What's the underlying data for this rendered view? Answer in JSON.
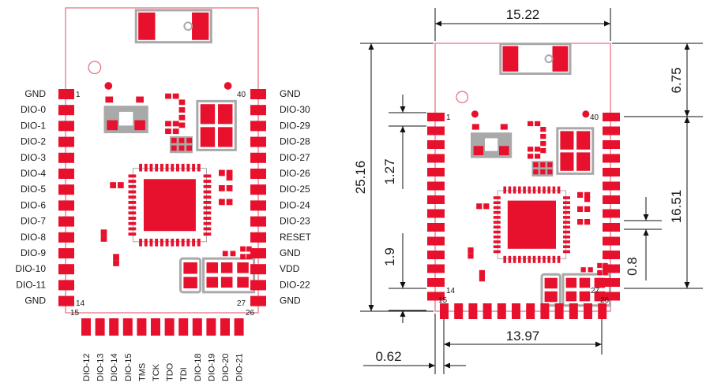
{
  "colors": {
    "pad": "#e8112d",
    "outline": "#e26a7c",
    "gray": "#a9a9a9",
    "dim": "#111111"
  },
  "left_module": {
    "left_pins": [
      "GND",
      "DIO-0",
      "DIO-1",
      "DIO-2",
      "DIO-3",
      "DIO-4",
      "DIO-5",
      "DIO-6",
      "DIO-7",
      "DIO-8",
      "DIO-9",
      "DIO-10",
      "DIO-11",
      "GND"
    ],
    "right_pins": [
      "GND",
      "DIO-30",
      "DIO-29",
      "DIO-28",
      "DIO-27",
      "DIO-26",
      "DIO-25",
      "DIO-24",
      "DIO-23",
      "RESET",
      "GND",
      "VDD",
      "DIO-22",
      "GND"
    ],
    "bottom_pins": [
      "DIO-12",
      "DIO-13",
      "DIO-14",
      "DIO-15",
      "TMS",
      "TCK",
      "TDO",
      "TDI",
      "DIO-18",
      "DIO-19",
      "DIO-20",
      "DIO-21"
    ],
    "corner_labels": {
      "pin1": "1",
      "pin40": "40",
      "pin14": "14",
      "pin27": "27",
      "pin15": "15",
      "pin26": "26"
    }
  },
  "right_module": {
    "corner_labels": {
      "pin1": "1",
      "pin40": "40",
      "pin14": "14",
      "pin27": "27",
      "pin15": "15",
      "pin26": "26"
    },
    "dimensions": {
      "width": "15.22",
      "height": "25.16",
      "top_offset": "6.75",
      "pin_span": "16.51",
      "pitch": "1.27",
      "pad_length": "1.9",
      "pad_width": "0.8",
      "bottom_span": "13.97",
      "edge_offset": "0.62"
    }
  }
}
